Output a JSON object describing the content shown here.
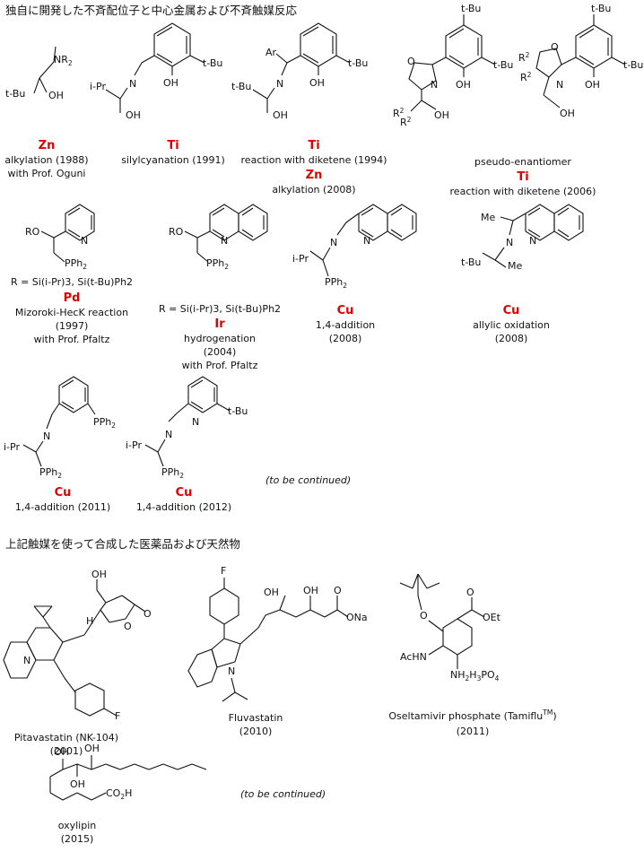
{
  "heading_1": "独自に開発した不斉配位子と中心金属および不斉触媒反応",
  "heading_2": "上記触媒を使って合成した医薬品および天然物",
  "ligands": [
    {
      "atoms": [
        "NR",
        "2",
        "t-Bu",
        "OH"
      ],
      "metal": "Zn",
      "caption": [
        "alkylation (1988)",
        "with Prof. Oguni"
      ]
    },
    {
      "atoms": [
        "t-Bu",
        "OH",
        "N",
        "i-Pr",
        "OH"
      ],
      "metal": "Ti",
      "caption": [
        "silylcyanation (1991)"
      ]
    },
    {
      "atoms": [
        "Ar",
        "t-Bu",
        "OH",
        "N",
        "t-Bu",
        "OH"
      ],
      "metal": "Ti",
      "caption": [
        "reaction with diketene (1994)"
      ],
      "metal_2": "Zn",
      "caption_2": [
        "alkylation (2008)"
      ]
    },
    {
      "atoms": [
        "t-Bu",
        "t-Bu",
        "O",
        "N",
        "OH",
        "R",
        "2",
        "R",
        "2",
        "OH"
      ]
    },
    {
      "atoms": [
        "t-Bu",
        "t-Bu",
        "R",
        "2",
        "R",
        "2",
        "O",
        "N",
        "OH",
        "OH"
      ]
    },
    {
      "pair_label": "pseudo-enantiomer",
      "metal": "Ti",
      "caption": [
        "reaction with diketene (2006)"
      ]
    },
    {
      "atoms": [
        "RO",
        "N",
        "PPh",
        "2"
      ],
      "r_def": "R = Si(i-Pr)3, Si(t-Bu)Ph2",
      "metal": "Pd",
      "caption": [
        "Mizoroki-HecK reaction",
        "(1997)",
        "with Prof. Pfaltz"
      ]
    },
    {
      "atoms": [
        "RO",
        "N",
        "PPh",
        "2"
      ],
      "r_def": "R = Si(i-Pr)3, Si(t-Bu)Ph2",
      "metal": "Ir",
      "caption": [
        "hydrogenation",
        "(2004)",
        "with Prof. Pfaltz"
      ]
    },
    {
      "atoms": [
        "N",
        "i-Pr",
        "N",
        "PPh",
        "2"
      ],
      "metal": "Cu",
      "caption": [
        "1,4-addition",
        "(2008)"
      ]
    },
    {
      "atoms": [
        "Me",
        "N",
        "N",
        "t-Bu",
        "Me"
      ],
      "metal": "Cu",
      "caption": [
        "allylic oxidation",
        "(2008)"
      ]
    },
    {
      "atoms": [
        "PPh",
        "2",
        "i-Pr",
        "N",
        "PPh",
        "2"
      ],
      "metal": "Cu",
      "caption": [
        "1,4-addition (2011)"
      ]
    },
    {
      "atoms": [
        "N",
        "t-Bu",
        "i-Pr",
        "N",
        "PPh",
        "2"
      ],
      "metal": "Cu",
      "caption": [
        "1,4-addition (2012)"
      ]
    }
  ],
  "ligands_continued": "(to be continued)",
  "products": [
    {
      "atoms": [
        "OH",
        "H",
        "O",
        "O",
        "N",
        "F"
      ],
      "caption": [
        "Pitavastatin (NK-104)",
        "(2001)"
      ]
    },
    {
      "atoms": [
        "F",
        "OH",
        "OH",
        "O",
        "ONa",
        "N"
      ],
      "caption": [
        "Fluvastatin",
        "(2010)"
      ]
    },
    {
      "atoms": [
        "O",
        "O",
        "OEt",
        "AcHN",
        "NH",
        "2",
        "H",
        "3",
        "PO",
        "4"
      ],
      "caption_main": "Oseltamivir phosphate (Tamiflu",
      "caption_sup": "TM",
      "caption_tail": ")",
      "caption_year": "(2011)"
    },
    {
      "atoms": [
        "OH",
        "OH",
        "OH",
        "CO",
        "2",
        "H"
      ],
      "caption": [
        "oxylipin",
        "(2015)"
      ]
    }
  ],
  "products_continued": "(to be continued)"
}
